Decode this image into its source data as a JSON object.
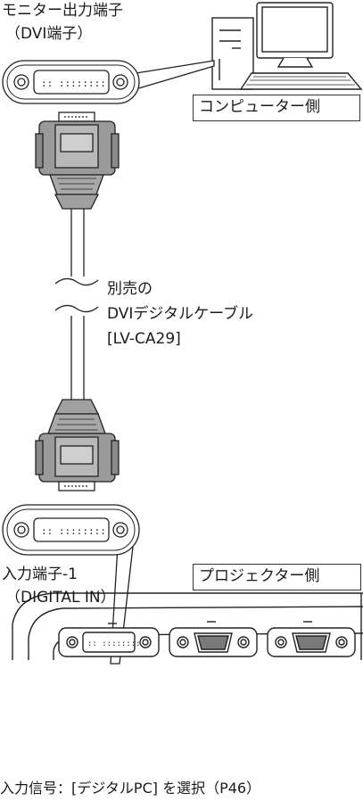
{
  "labels": {
    "monitor_port_line1": "モニター出力端子",
    "monitor_port_line2": "（DVI端子）",
    "computer_side": "コンピューター側",
    "cable_line1": "別売の",
    "cable_line2": "DVIデジタルケーブル",
    "cable_line3": "[LV-CA29]",
    "input_port_line1": "入力端子-1",
    "input_port_line2": "（DIGITAL IN）",
    "projector_side": "プロジェクター側",
    "instruction": "入力信号：[デジタルPC] を選択（P46）"
  }
}
